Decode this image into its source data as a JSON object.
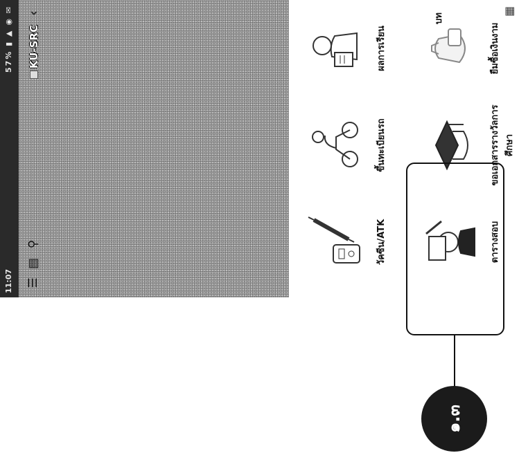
{
  "status_bar": {
    "time": "11:07",
    "indicators": "57% ▮ ▲ ◉ ✉"
  },
  "header": {
    "app_title": "KU-SRC",
    "icons": [
      "menu-icon",
      "document-icon",
      "search-icon",
      "back-arrow-icon"
    ]
  },
  "tiles": [
    {
      "label": "ผลการเรียน",
      "icon": "grades-student-icon"
    },
    {
      "label": "ขึ้นทะเบียนรถ",
      "icon": "vehicle-registration-icon"
    },
    {
      "label": "วัคซีน/ATK",
      "icon": "vaccine-atk-icon"
    },
    {
      "label": "ยืมซื้อเงินงาม",
      "icon": "money-bag-icon"
    },
    {
      "label": "ขอเอกสารรางวัลการศึกษา",
      "icon": "graduation-cap-icon"
    },
    {
      "label": "ตารางสอบ",
      "icon": "exam-schedule-icon"
    }
  ],
  "partial_tile_label": "บท",
  "annotation": {
    "step_label": "๑.๓"
  },
  "colors": {
    "status_bar": "#2a2a2a",
    "header_bg": "#a9a9a9",
    "badge": "#1b1b1b"
  }
}
